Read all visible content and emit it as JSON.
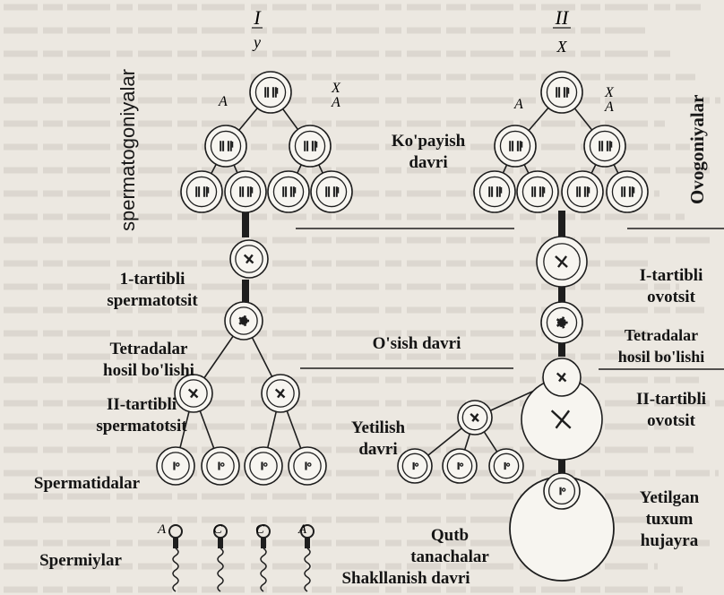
{
  "left_column": {
    "roman": "I",
    "chromosome_top": "y",
    "chromosome_right": "X",
    "autosome_left": "A",
    "autosome_right": "A",
    "vertical_label": "spermatogoniyalar"
  },
  "right_column": {
    "roman": "II",
    "chromosome_top": "X",
    "chromosome_right": "X",
    "autosome_left": "A",
    "autosome_right": "A",
    "vertical_label": "Ovogoniyalar"
  },
  "phases": {
    "reproduction": {
      "line1": "Ko'payish",
      "line2": "davri"
    },
    "growth": "O'sish davri",
    "maturation": {
      "line1": "Yetilish",
      "line2": "davri"
    },
    "formation": "Shakllanish davri"
  },
  "left_labels": {
    "primary_spermatocyte": {
      "line1": "1-tartibli",
      "line2": "spermatotsit"
    },
    "tetrads": {
      "line1": "Tetradalar",
      "line2": "hosil bo'lishi"
    },
    "secondary_spermatocyte": {
      "line1": "II-tartibli",
      "line2": "spermatotsit"
    },
    "spermatids": "Spermatidalar",
    "sperms": "Spermiylar",
    "sperm_tags": [
      "A",
      "C",
      "C",
      "A"
    ]
  },
  "right_labels": {
    "primary_oocyte": {
      "line1": "I-tartibli",
      "line2": "ovotsit"
    },
    "tetrads": {
      "line1": "Tetradalar",
      "line2": "hosil bo'lishi"
    },
    "secondary_oocyte": {
      "line1": "II-tartibli",
      "line2": "ovotsit"
    },
    "polar_bodies": {
      "line1": "Qutb",
      "line2": "tanachalar"
    },
    "mature_egg": {
      "line1": "Yetilgan",
      "line2": "tuxum",
      "line3": "hujayra"
    }
  },
  "colors": {
    "background": "#ece8e1",
    "ink": "#1e1e1e",
    "cell_fill": "#f7f5f0",
    "faint_text": "#c9c4bc"
  }
}
